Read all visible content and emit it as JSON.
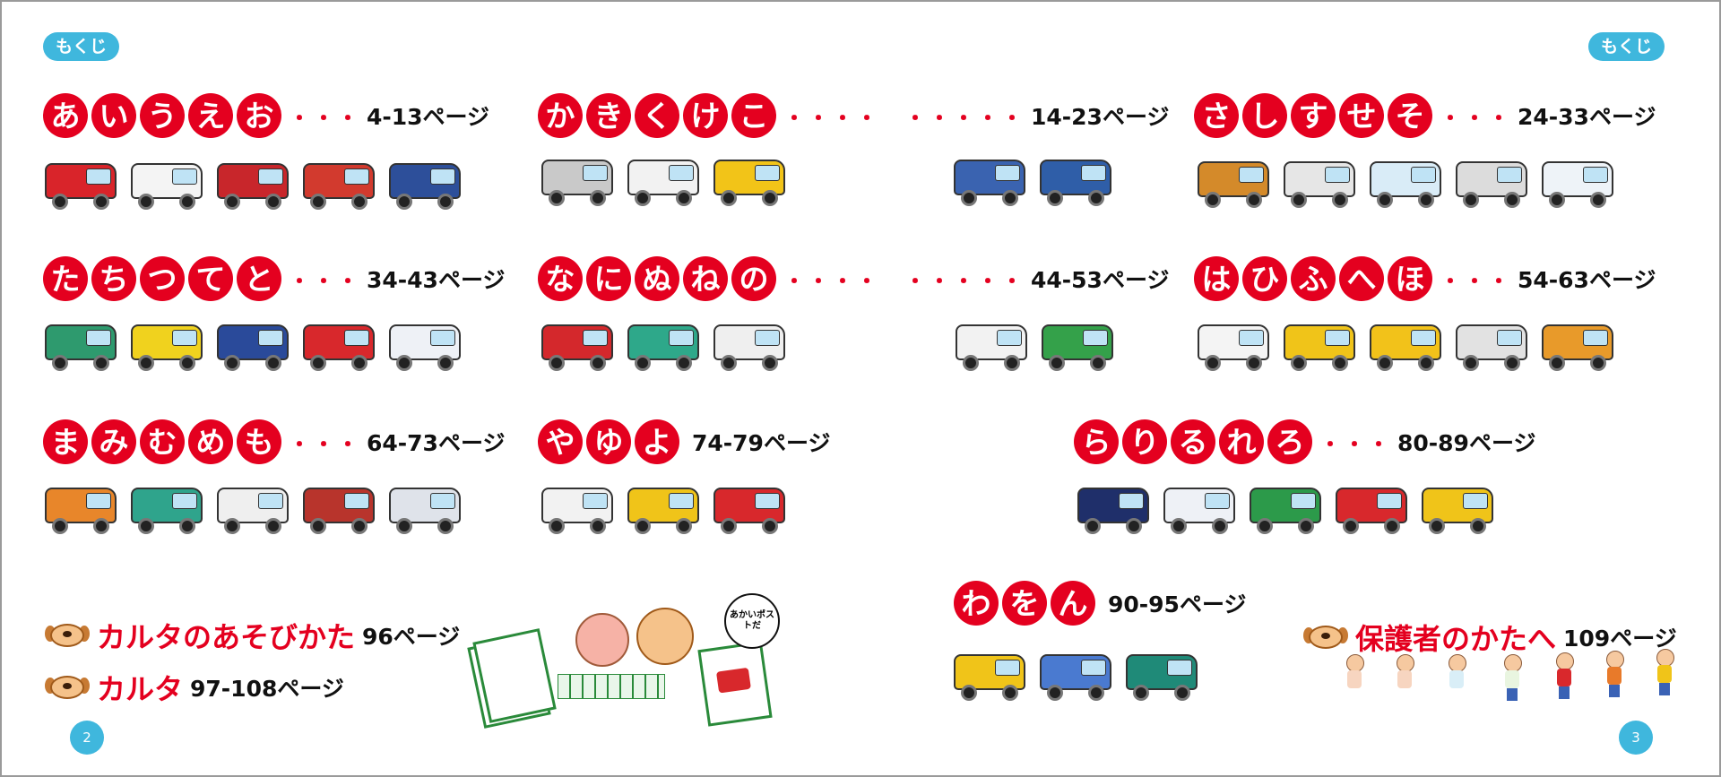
{
  "left_label": "もくじ",
  "right_label": "もくじ",
  "page_left": "2",
  "page_right": "3",
  "sections": [
    {
      "kana": [
        "あ",
        "い",
        "う",
        "え",
        "お"
      ],
      "dots": "・・・",
      "pages": "4-13ページ"
    },
    {
      "kana": [
        "か",
        "き",
        "く",
        "け",
        "こ"
      ],
      "dots": "・・・・　・・・・・",
      "pages": "14-23ページ"
    },
    {
      "kana": [
        "さ",
        "し",
        "す",
        "せ",
        "そ"
      ],
      "dots": "・・・",
      "pages": "24-33ページ"
    },
    {
      "kana": [
        "た",
        "ち",
        "つ",
        "て",
        "と"
      ],
      "dots": "・・・",
      "pages": "34-43ページ"
    },
    {
      "kana": [
        "な",
        "に",
        "ぬ",
        "ね",
        "の"
      ],
      "dots": "・・・・　・・・・・",
      "pages": "44-53ページ"
    },
    {
      "kana": [
        "は",
        "ひ",
        "ふ",
        "へ",
        "ほ"
      ],
      "dots": "・・・",
      "pages": "54-63ページ"
    },
    {
      "kana": [
        "ま",
        "み",
        "む",
        "め",
        "も"
      ],
      "dots": "・・・",
      "pages": "64-73ページ"
    },
    {
      "kana": [
        "や",
        "ゆ",
        "よ"
      ],
      "dots": "",
      "pages": "74-79ページ"
    },
    {
      "kana": [
        "ら",
        "り",
        "る",
        "れ",
        "ろ"
      ],
      "dots": "・・・",
      "pages": "80-89ページ"
    },
    {
      "kana": [
        "わ",
        "を",
        "ん"
      ],
      "dots": "",
      "pages": "90-95ページ"
    }
  ],
  "karuta_howto": {
    "title": "カルタのあそびかた",
    "pages": "96ページ"
  },
  "karuta": {
    "title": "カルタ",
    "pages": "97-108ページ"
  },
  "parents": {
    "title": "保護者のかたへ",
    "pages": "109ページ"
  },
  "speech_bubble": "あかいポストだ",
  "colors": {
    "accent_red": "#e4001f",
    "label_blue": "#3fb7dd"
  }
}
